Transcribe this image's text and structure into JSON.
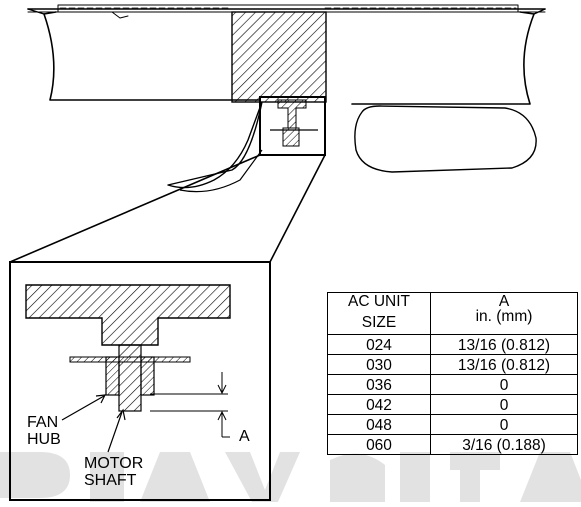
{
  "labels": {
    "fan_hub": [
      "FAN",
      "HUB"
    ],
    "motor_shaft": [
      "MOTOR",
      "SHAFT"
    ],
    "dimension": "A"
  },
  "table": {
    "headers": {
      "col1": [
        "AC UNIT",
        "SIZE"
      ],
      "col2": [
        "A",
        "in. (mm)"
      ]
    },
    "rows": [
      {
        "size": "024",
        "a": "13/16 (0.812)"
      },
      {
        "size": "030",
        "a": "13/16 (0.812)"
      },
      {
        "size": "036",
        "a": "0"
      },
      {
        "size": "042",
        "a": "0"
      },
      {
        "size": "048",
        "a": "0"
      },
      {
        "size": "060",
        "a": "3/16 (0.188)"
      }
    ]
  },
  "colors": {
    "ink": "#000000",
    "paper": "#ffffff",
    "watermark": "#d9d9d9"
  }
}
